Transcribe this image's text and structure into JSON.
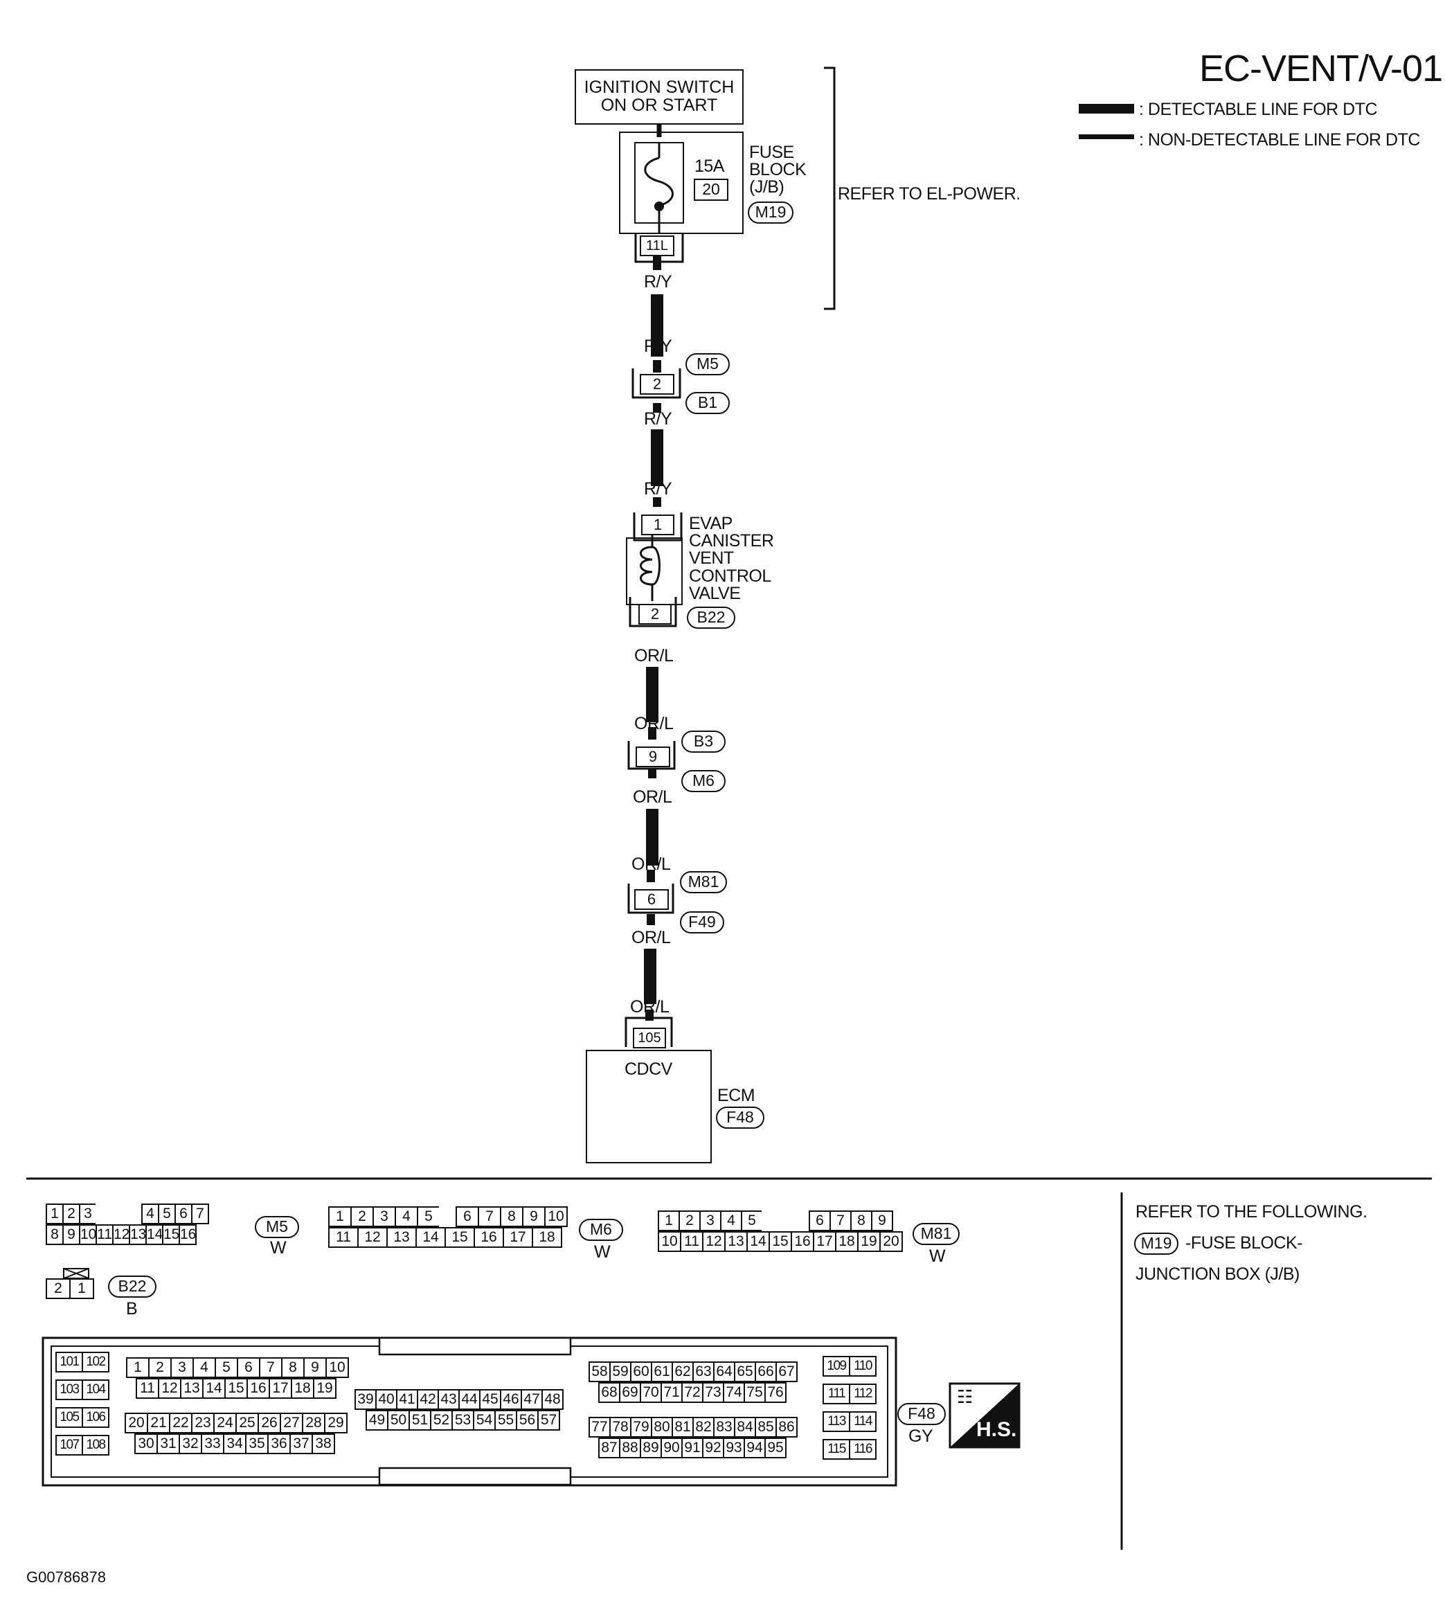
{
  "title": "EC-VENT/V-01",
  "legend": {
    "detectable": ": DETECTABLE LINE FOR DTC",
    "non_detectable": ": NON-DETECTABLE LINE FOR DTC"
  },
  "ignition": {
    "line1": "IGNITION SWITCH",
    "line2": "ON OR START"
  },
  "fuse": {
    "amp": "15A",
    "number": "20",
    "label1": "FUSE",
    "label2": "BLOCK",
    "label3": "(J/B)",
    "connector": "M19",
    "terminal": "11L"
  },
  "refer_power": "REFER TO EL-POWER.",
  "wires": {
    "ry": "R/Y",
    "orl": "OR/L"
  },
  "joint1": {
    "pin": "2",
    "top": "M5",
    "bottom": "B1"
  },
  "valve": {
    "pin_top": "1",
    "pin_bottom": "2",
    "connector": "B22",
    "line1": "EVAP",
    "line2": "CANISTER",
    "line3": "VENT",
    "line4": "CONTROL",
    "line5": "VALVE"
  },
  "joint2": {
    "pin": "9",
    "top": "B3",
    "bottom": "M6"
  },
  "joint3": {
    "pin": "6",
    "top": "M81",
    "bottom": "F49"
  },
  "ecm": {
    "pin": "105",
    "signal": "CDCV",
    "label": "ECM",
    "connector": "F48"
  },
  "connectors": {
    "m5": {
      "name": "M5",
      "color": "W",
      "row1": [
        "1",
        "2",
        "3",
        "4",
        "5",
        "6",
        "7"
      ],
      "row2": [
        "8",
        "9",
        "10",
        "11",
        "12",
        "13",
        "14",
        "15",
        "16"
      ]
    },
    "m6": {
      "name": "M6",
      "color": "W",
      "row1": [
        "1",
        "2",
        "3",
        "4",
        "5",
        "6",
        "7",
        "8",
        "9",
        "10"
      ],
      "row2": [
        "11",
        "12",
        "13",
        "14",
        "15",
        "16",
        "17",
        "18"
      ]
    },
    "m81": {
      "name": "M81",
      "color": "W",
      "row1": [
        "1",
        "2",
        "3",
        "4",
        "5",
        "6",
        "7",
        "8",
        "9"
      ],
      "row2": [
        "10",
        "11",
        "12",
        "13",
        "14",
        "15",
        "16",
        "17",
        "18",
        "19",
        "20"
      ]
    },
    "b22": {
      "name": "B22",
      "color": "B",
      "pins": [
        "2",
        "1"
      ]
    },
    "f48": {
      "name": "F48",
      "color": "GY",
      "hs": "H.S.",
      "left": [
        "101",
        "102",
        "103",
        "104",
        "105",
        "106",
        "107",
        "108"
      ],
      "g1r1": [
        "1",
        "2",
        "3",
        "4",
        "5",
        "6",
        "7",
        "8",
        "9",
        "10"
      ],
      "g1r2": [
        "11",
        "12",
        "13",
        "14",
        "15",
        "16",
        "17",
        "18",
        "19"
      ],
      "g1r3": [
        "20",
        "21",
        "22",
        "23",
        "24",
        "25",
        "26",
        "27",
        "28",
        "29"
      ],
      "g1r4": [
        "30",
        "31",
        "32",
        "33",
        "34",
        "35",
        "36",
        "37",
        "38"
      ],
      "g2r1": [
        "39",
        "40",
        "41",
        "42",
        "43",
        "44",
        "45",
        "46",
        "47",
        "48"
      ],
      "g2r2": [
        "49",
        "50",
        "51",
        "52",
        "53",
        "54",
        "55",
        "56",
        "57"
      ],
      "g3r1": [
        "58",
        "59",
        "60",
        "61",
        "62",
        "63",
        "64",
        "65",
        "66",
        "67"
      ],
      "g3r2": [
        "68",
        "69",
        "70",
        "71",
        "72",
        "73",
        "74",
        "75",
        "76"
      ],
      "g3r3": [
        "77",
        "78",
        "79",
        "80",
        "81",
        "82",
        "83",
        "84",
        "85",
        "86"
      ],
      "g3r4": [
        "87",
        "88",
        "89",
        "90",
        "91",
        "92",
        "93",
        "94",
        "95"
      ],
      "right": [
        "109",
        "110",
        "111",
        "112",
        "113",
        "114",
        "115",
        "116"
      ]
    }
  },
  "refer_following": {
    "heading": "REFER TO THE FOLLOWING.",
    "connector": "M19",
    "desc1": "-FUSE BLOCK-",
    "desc2": "JUNCTION BOX (J/B)"
  },
  "figure_id": "G00786878"
}
